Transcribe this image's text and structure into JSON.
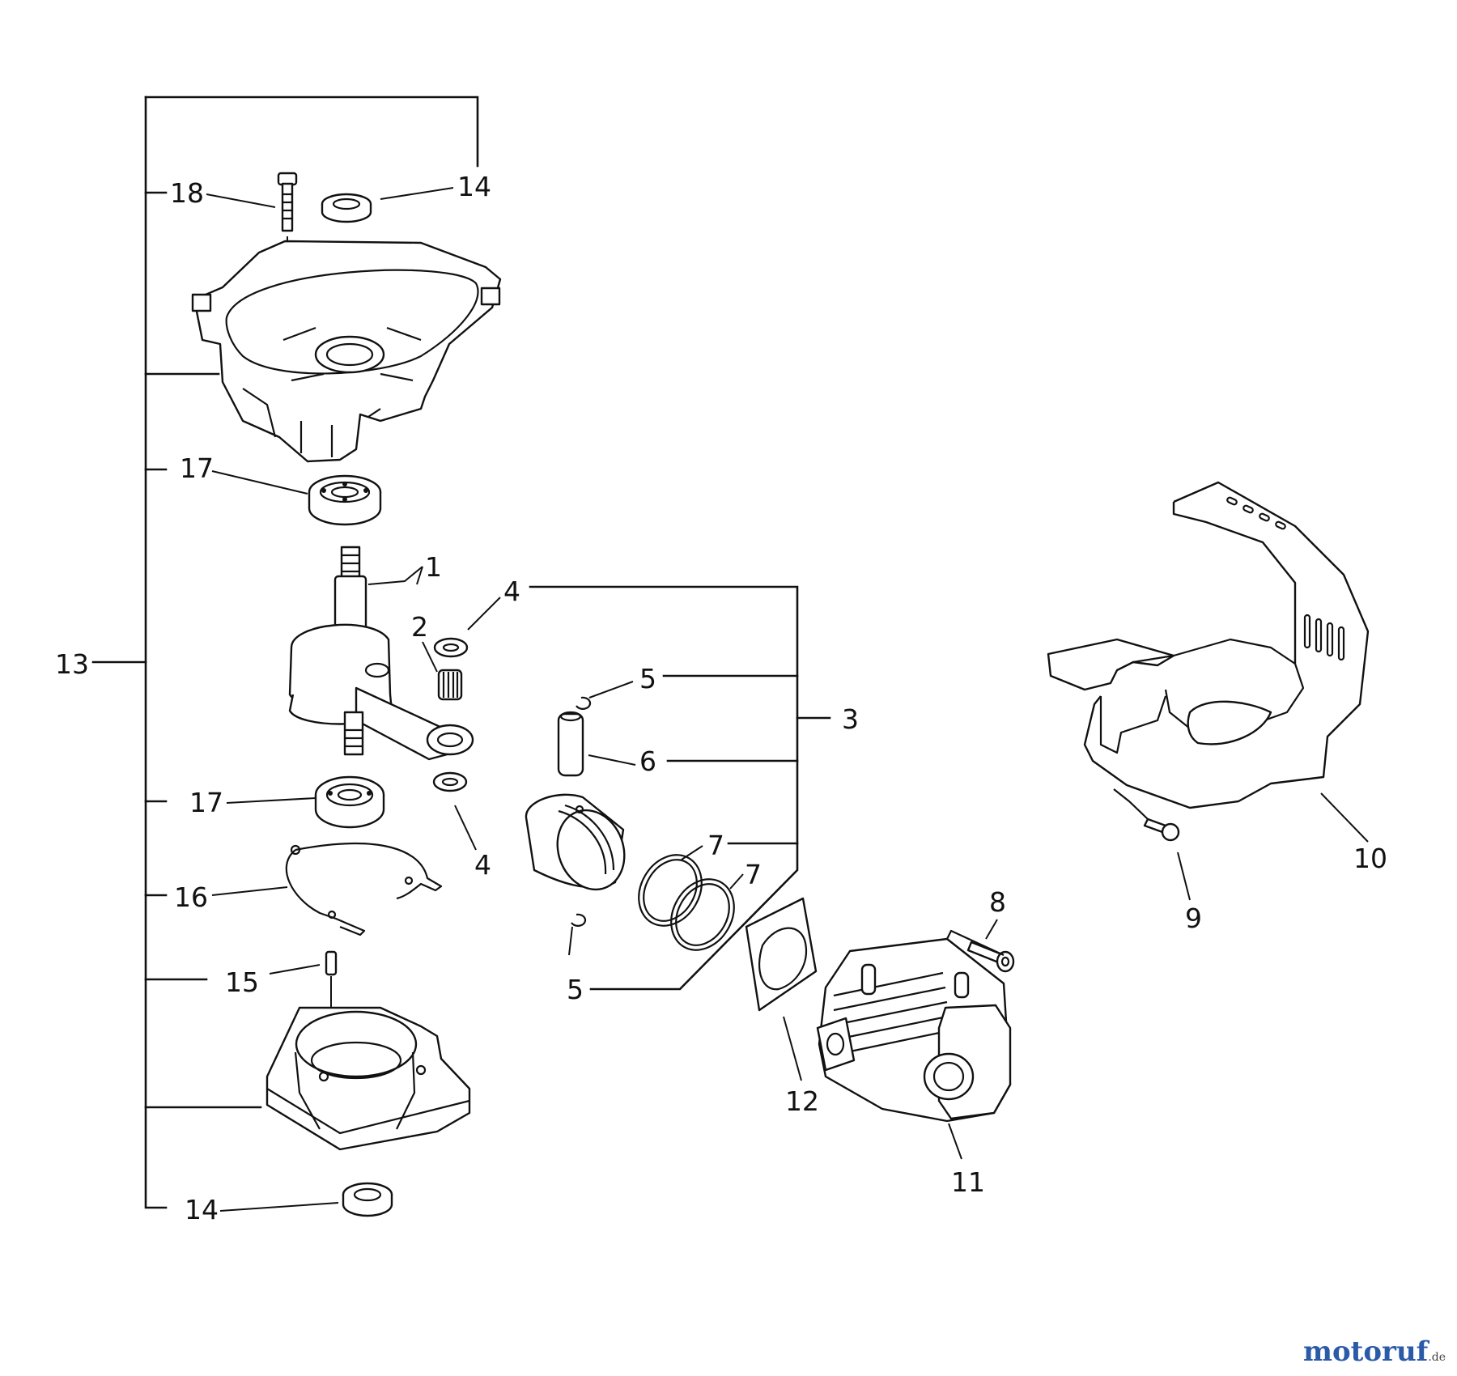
{
  "diagram": {
    "callouts": {
      "c1": "1",
      "c2": "2",
      "c3": "3",
      "c4a": "4",
      "c4b": "4",
      "c5a": "5",
      "c5b": "5",
      "c6": "6",
      "c7a": "7",
      "c7b": "7",
      "c8": "8",
      "c9": "9",
      "c10": "10",
      "c11": "11",
      "c12": "12",
      "c13": "13",
      "c14a": "14",
      "c14b": "14",
      "c15": "15",
      "c16": "16",
      "c17a": "17",
      "c17b": "17",
      "c18": "18"
    }
  },
  "watermark": {
    "brand": "motoruf",
    "tld": ".de",
    "color": "#2a5aa8"
  }
}
